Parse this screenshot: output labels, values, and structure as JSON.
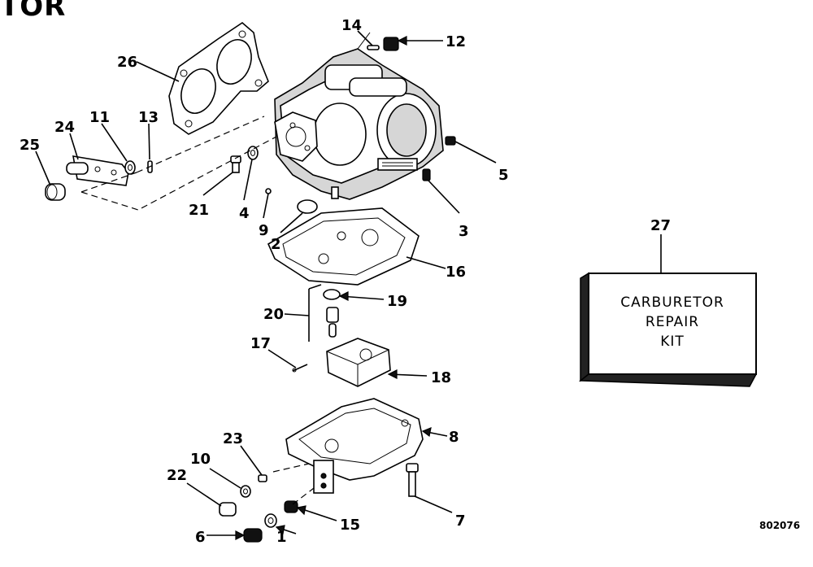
{
  "title": "TOR",
  "figure_number": "802076",
  "kit": {
    "line1": "CARBURETOR",
    "line2": "REPAIR",
    "line3": "KIT"
  },
  "callouts": [
    {
      "id": "c1",
      "label": "1"
    },
    {
      "id": "c2",
      "label": "2"
    },
    {
      "id": "c3",
      "label": "3"
    },
    {
      "id": "c4",
      "label": "4"
    },
    {
      "id": "c5",
      "label": "5"
    },
    {
      "id": "c6",
      "label": "6"
    },
    {
      "id": "c7",
      "label": "7"
    },
    {
      "id": "c8",
      "label": "8"
    },
    {
      "id": "c9",
      "label": "9"
    },
    {
      "id": "c10",
      "label": "10"
    },
    {
      "id": "c11",
      "label": "11"
    },
    {
      "id": "c12",
      "label": "12"
    },
    {
      "id": "c13",
      "label": "13"
    },
    {
      "id": "c14",
      "label": "14"
    },
    {
      "id": "c15",
      "label": "15"
    },
    {
      "id": "c16",
      "label": "16"
    },
    {
      "id": "c17",
      "label": "17"
    },
    {
      "id": "c18",
      "label": "18"
    },
    {
      "id": "c19",
      "label": "19"
    },
    {
      "id": "c20",
      "label": "20"
    },
    {
      "id": "c21",
      "label": "21"
    },
    {
      "id": "c22",
      "label": "22"
    },
    {
      "id": "c23",
      "label": "23"
    },
    {
      "id": "c24",
      "label": "24"
    },
    {
      "id": "c25",
      "label": "25"
    },
    {
      "id": "c26",
      "label": "26"
    },
    {
      "id": "c27",
      "label": "27"
    }
  ]
}
